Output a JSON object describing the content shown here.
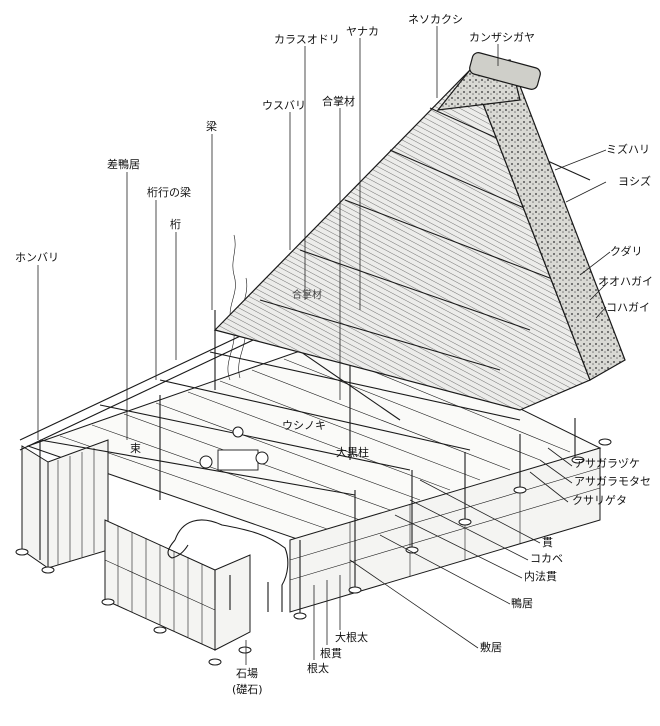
{
  "labels": {
    "nezukakushi": "ネソカクシ",
    "karasuodori": "カラスオドリ",
    "yanaka": "ヤナカ",
    "kanzashigaya": "カンザシガヤ",
    "gasshozai": "合掌材",
    "usubari": "ウスバリ",
    "hari": "梁",
    "sashikamoi": "差鴨居",
    "ketayuki_no_hari": "桁行の梁",
    "keta": "桁",
    "honbari": "ホンバリ",
    "mizuhari": "ミズハリ",
    "yoshizu": "ヨシズ",
    "kudari": "クダリ",
    "oohagai": "オオハガイ",
    "kohagai": "コハガイ",
    "tsuka": "束",
    "ushinoki": "ウシノキ",
    "daikokubashira": "大黒柱",
    "asagarazuke": "アサガラヅケ",
    "asagaramotase": "アサガラモタセ",
    "kusarigeta": "クサリゲタ",
    "nuki": "貫",
    "kokabe": "コカベ",
    "uchinorinuki": "内法貫",
    "kamoi": "鴨居",
    "shikii": "敷居",
    "oonedabuto": "大根太",
    "nenuki": "根貫",
    "nedabuto": "根太",
    "ishiba": "石場",
    "ishiba_sub": "(礎石)"
  },
  "hidden_small_text": "合掌材"
}
